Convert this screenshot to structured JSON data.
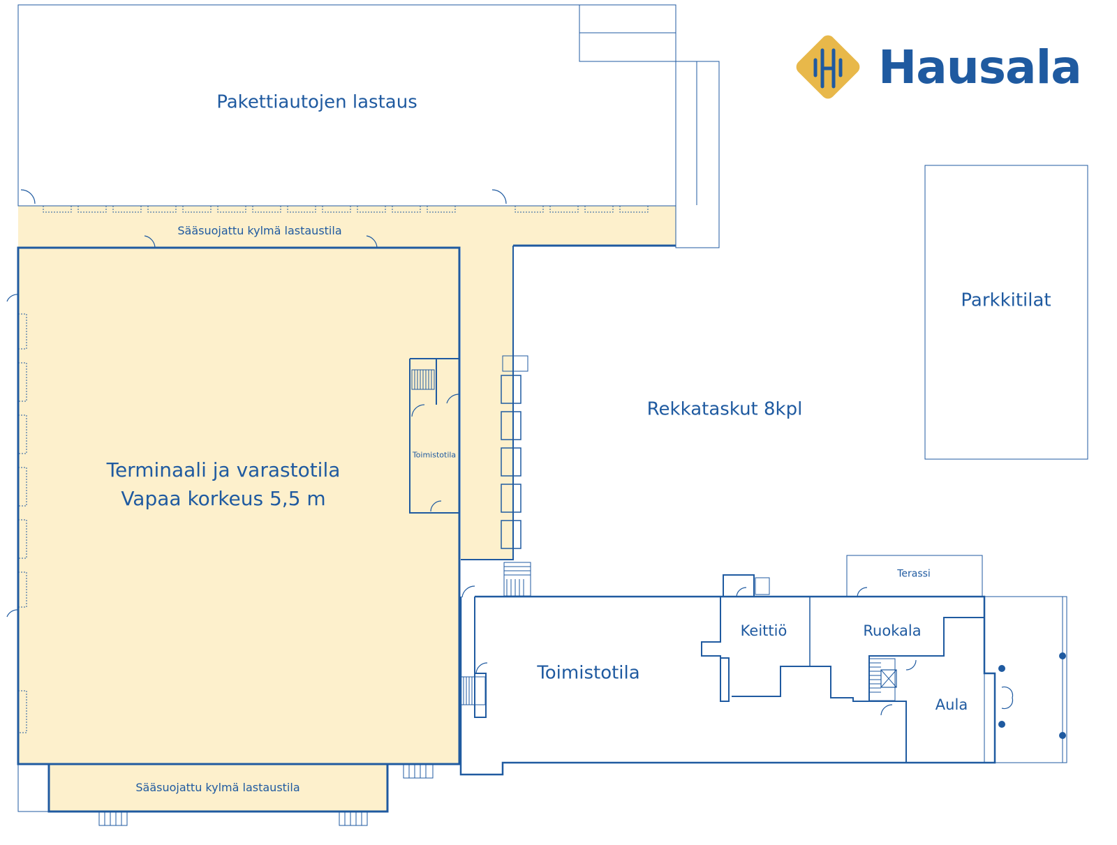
{
  "logo": {
    "name": "Hausala"
  },
  "rooms": {
    "paketti": "Pakettiautojen lastaus",
    "saasuojattu_top": "Sääsuojattu kylmä lastaustila",
    "terminaali_1": "Terminaali ja varastotila",
    "terminaali_2": "Vapaa korkeus 5,5 m",
    "toimisto_small": "Toimistotila",
    "rekkataskut": "Rekkataskut 8kpl",
    "parkkitilat": "Parkkitilat",
    "saasuojattu_bottom": "Sääsuojattu kylmä lastaustila",
    "toimistotila": "Toimistotila",
    "keittio": "Keittiö",
    "ruokala": "Ruokala",
    "terassi": "Terassi",
    "aula": "Aula"
  },
  "colors": {
    "wall": "#1f5aa0",
    "heated": "#fdf0cc",
    "logo_gold": "#e8b84a"
  }
}
